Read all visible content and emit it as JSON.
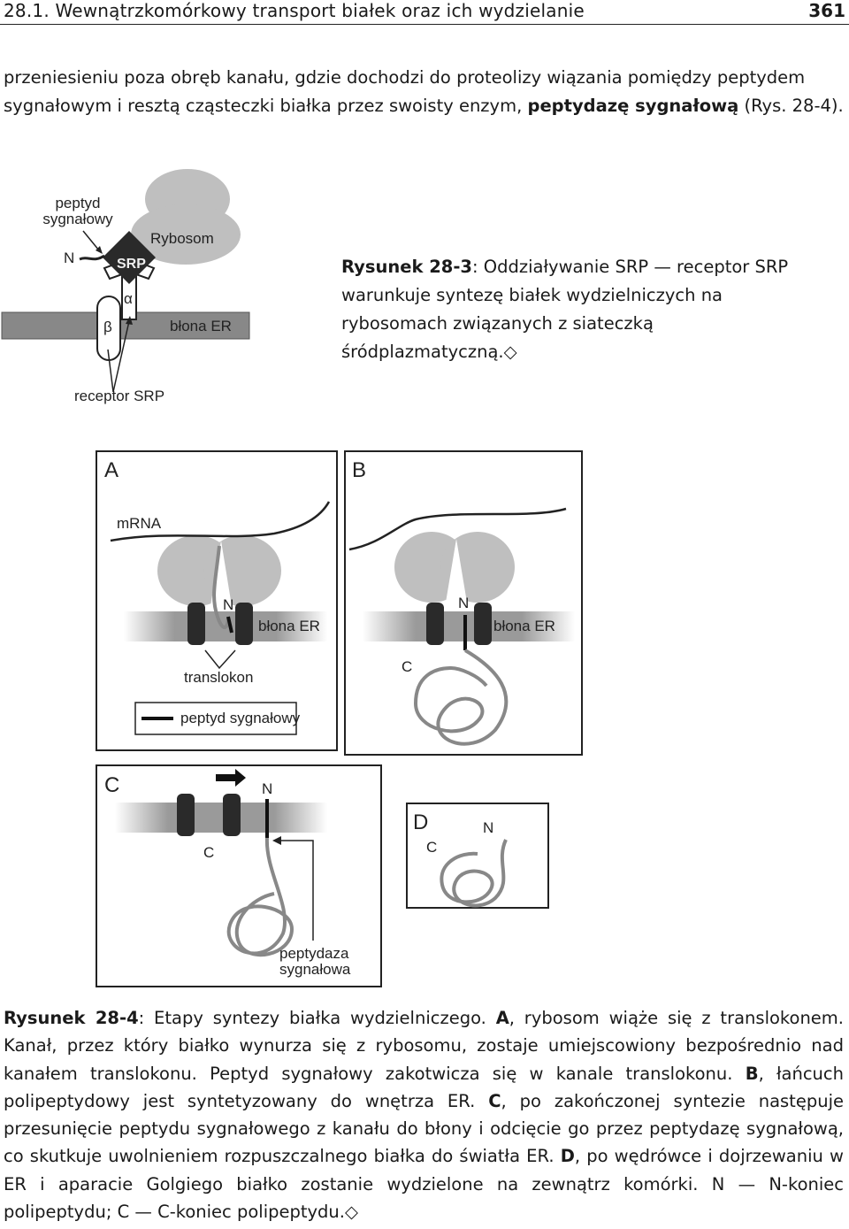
{
  "header": {
    "section": "28.1. Wewnątrzkomórkowy transport białek oraz ich wydzielanie",
    "page_number": "361"
  },
  "intro": {
    "part1": "przeniesieniu poza obręb kanału, gdzie dochodzi do proteolizy wiązania pomiędzy peptydem sygnałowym i resztą cząsteczki białka przez swoisty enzym, ",
    "bold_term": "peptydazę sygnałową",
    "part2": " (Rys. 28-4)."
  },
  "figure_28_3": {
    "labels": {
      "signal_peptide_line1": "peptyd",
      "signal_peptide_line2": "sygnałowy",
      "n_terminus": "N",
      "srp": "SRP",
      "ribosome": "Rybosom",
      "alpha": "α",
      "beta": "β",
      "er_membrane": "błona ER",
      "srp_receptor": "receptor SRP"
    },
    "caption_label": "Rysunek 28-3",
    "caption_text": ": Oddziaływanie SRP — receptor SRP warunkuje syntezę białek wydzielniczych na rybosomach związanych z siateczką śródplazmatyczną.",
    "caption_end_mark": "◇"
  },
  "figure_28_4": {
    "panel_a": {
      "letter": "A",
      "mrna": "mRNA",
      "n": "N",
      "er_membrane": "błona ER",
      "translocon": "translokon",
      "legend": "peptyd sygnałowy"
    },
    "panel_b": {
      "letter": "B",
      "n": "N",
      "er_membrane": "błona ER",
      "c": "C"
    },
    "panel_c": {
      "letter": "C",
      "n": "N",
      "c": "C",
      "peptidase_line1": "peptydaza",
      "peptidase_line2": "sygnałowa"
    },
    "panel_d": {
      "letter": "D",
      "n": "N",
      "c": "C"
    },
    "caption": {
      "label": "Rysunek 28-4",
      "intro": ": Etapy syntezy białka wydzielniczego. ",
      "a_letter": "A",
      "a_text": ", rybosom wiąże się z translokonem. Kanał, przez który białko wynurza się z rybosomu, zostaje umiejscowiony bezpośrednio nad kanałem translokonu. Peptyd sygnałowy zakotwicza się w kanale translokonu. ",
      "b_letter": "B",
      "b_text": ", łańcuch polipeptydowy jest syntetyzowany do wnętrza ER. ",
      "c_letter": "C",
      "c_text": ", po zakończonej syntezie następuje przesunięcie peptydu sygnałowego z kanału do błony i odcięcie go przez peptydazę sygnałową, co skutkuje uwolnieniem rozpuszczalnego białka do światła ER. ",
      "d_letter": "D",
      "d_text": ", po wędrówce i dojrzewaniu w ER i aparacie Golgiego białko zostanie wydzielone na zewnątrz komórki. N — N-koniec polipeptydu; C — C-koniec polipeptydu.",
      "end_mark": "◇"
    }
  }
}
